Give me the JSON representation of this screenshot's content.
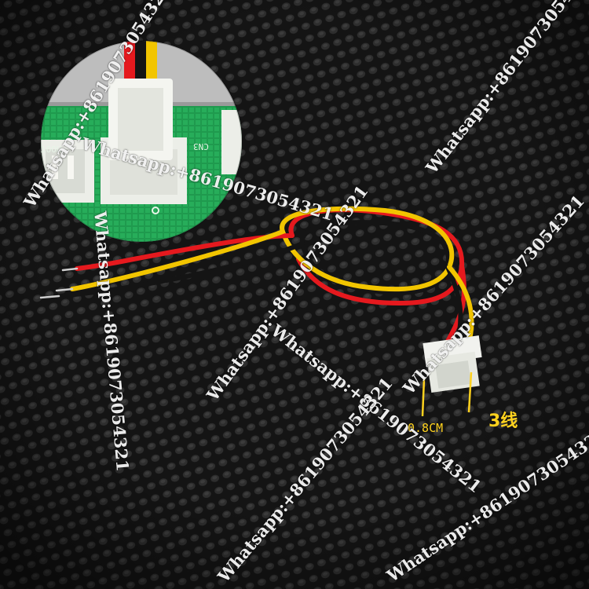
{
  "photo": {
    "watermark": "Whatsapp:+8619073054321",
    "dimension_label": "0.8CM",
    "wire_count_label": "3线",
    "pcb_left_label": "HOOT",
    "pcb_right_label": "CN3",
    "colors": {
      "mesh_background": "#1a1a1a",
      "pcb_green": "#1f9a4e",
      "connector_white": "#eceee8",
      "wire_red": "#e5191e",
      "wire_black": "#141414",
      "wire_yellow": "#f2c500",
      "label_yellow": "#ffd21e"
    }
  }
}
